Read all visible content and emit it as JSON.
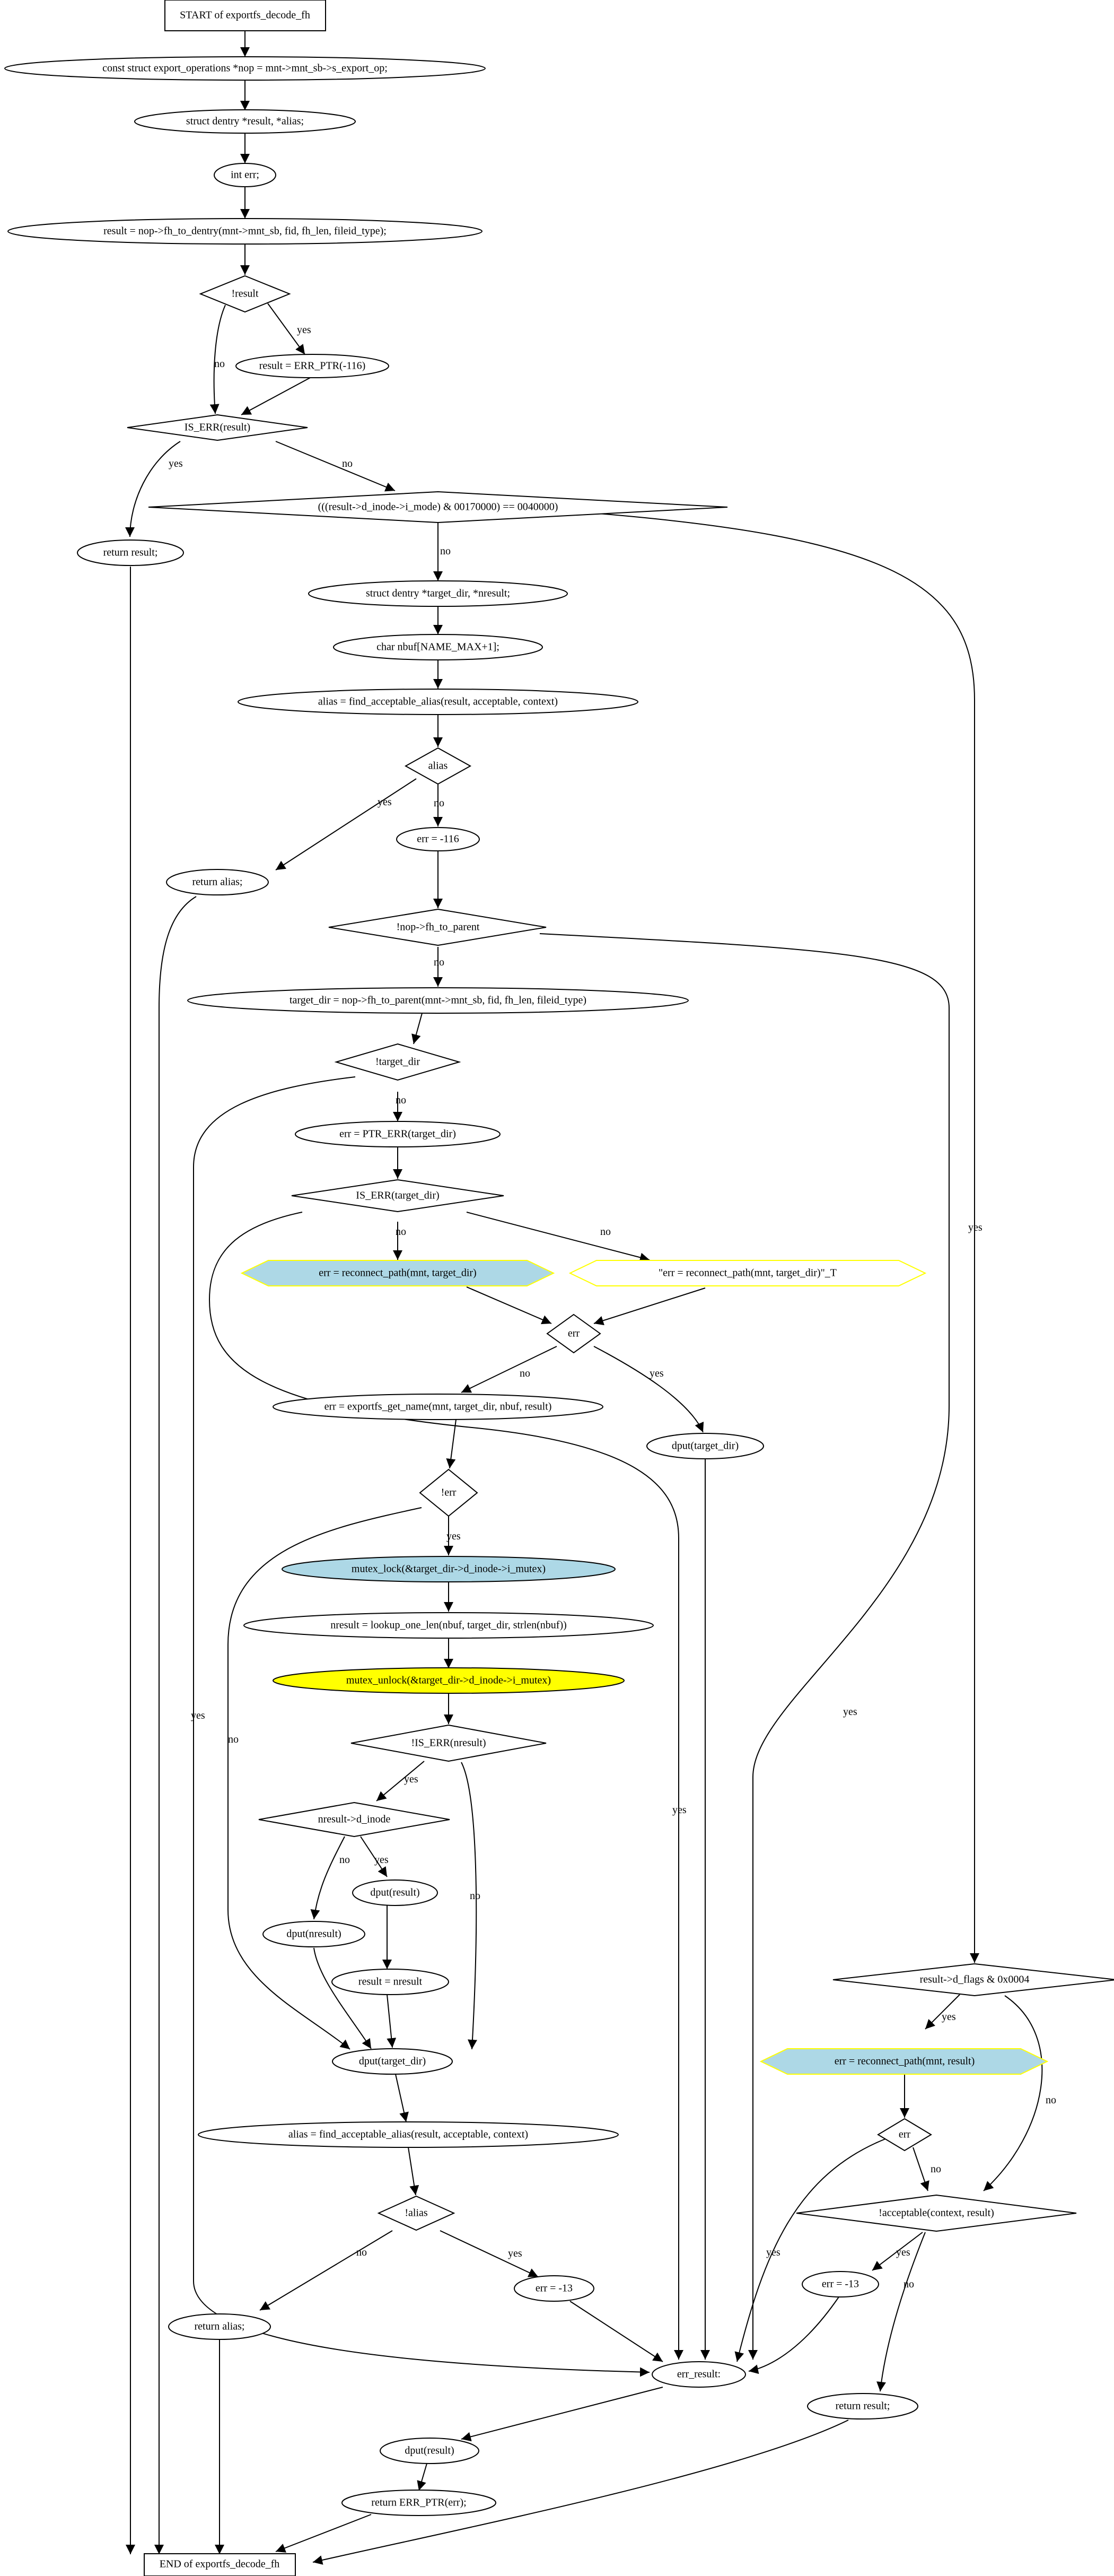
{
  "colors": {
    "stroke": "#000000",
    "lightblue": "#add8e6",
    "yellow": "#ffff00",
    "yellow_border": "#ffff00",
    "white": "#ffffff"
  },
  "nodes": {
    "start": "START of exportfs_decode_fh",
    "nop": "const struct export_operations *nop = mnt->mnt_sb->s_export_op;",
    "decl_result": "struct dentry *result, *alias;",
    "decl_err": "int err;",
    "fh_to_dentry": "result = nop->fh_to_dentry(mnt->mnt_sb, fid, fh_len, fileid_type);",
    "not_result": "!result",
    "err_ptr116": "result = ERR_PTR(-116)",
    "is_err_result": "IS_ERR(result)",
    "s_isdir": "(((result->d_inode->i_mode) & 00170000) == 0040000)",
    "return_result1": "return result;",
    "decl_target": "struct dentry *target_dir, *nresult;",
    "decl_nbuf": "char nbuf[NAME_MAX+1];",
    "find_alias1": "alias = find_acceptable_alias(result, acceptable, context)",
    "alias_q": "alias",
    "return_alias1": "return alias;",
    "err116": "err = -116",
    "no_fh_to_parent": "!nop->fh_to_parent",
    "fh_to_parent": "target_dir = nop->fh_to_parent(mnt->mnt_sb, fid, fh_len, fileid_type)",
    "not_target_dir": "!target_dir",
    "ptr_err_target": "err = PTR_ERR(target_dir)",
    "is_err_target": "IS_ERR(target_dir)",
    "reconnect1": "err = reconnect_path(mnt, target_dir)",
    "reconnect1_t": "\"err = reconnect_path(mnt, target_dir)\"_T",
    "err_q1": "err",
    "get_name": "err = exportfs_get_name(mnt, target_dir, nbuf, result)",
    "dput_target1": "dput(target_dir)",
    "not_err": "!err",
    "mutex_lock": "mutex_lock(&target_dir->d_inode->i_mutex)",
    "lookup": "nresult = lookup_one_len(nbuf, target_dir, strlen(nbuf))",
    "mutex_unlock": "mutex_unlock(&target_dir->d_inode->i_mutex)",
    "not_is_err_nresult": "!IS_ERR(nresult)",
    "nresult_inode": "nresult->d_inode",
    "dput_result": "dput(result)",
    "dput_nresult": "dput(nresult)",
    "result_eq_nresult": "result = nresult",
    "dput_target2": "dput(target_dir)",
    "find_alias2": "alias = find_acceptable_alias(result, acceptable, context)",
    "not_alias": "!alias",
    "err13a": "err = -13",
    "return_alias2": "return alias;",
    "err_result": "err_result:",
    "dput_result2": "dput(result)",
    "return_err_ptr": "return ERR_PTR(err);",
    "end": "END of exportfs_decode_fh",
    "d_flags": "result->d_flags & 0x0004",
    "reconnect2": "err = reconnect_path(mnt, result)",
    "err_q2": "err",
    "acceptable": "!acceptable(context, result)",
    "err13b": "err = -13",
    "return_result2": "return result;"
  },
  "edge_labels": {
    "yes": "yes",
    "no": "no"
  }
}
